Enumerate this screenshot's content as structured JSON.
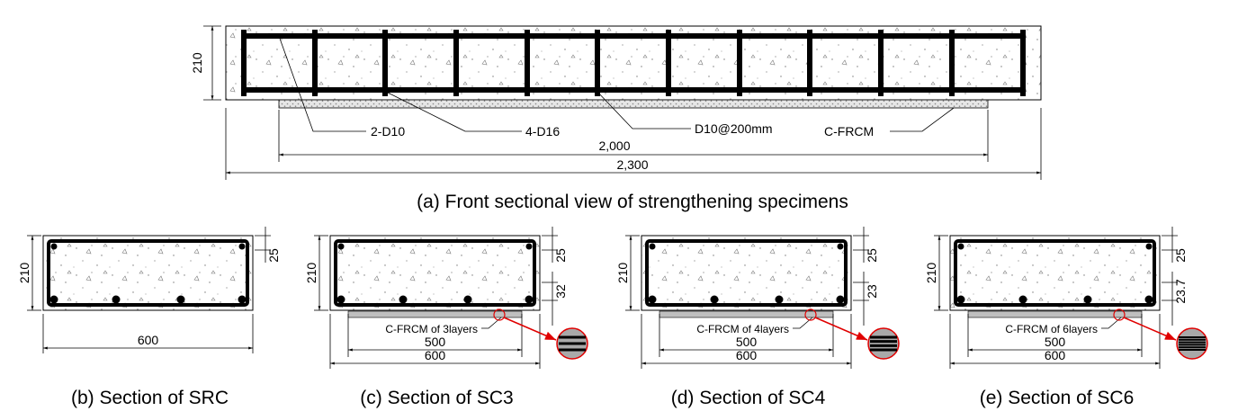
{
  "front_view": {
    "height_dim": "210",
    "labels": {
      "d10": "2-D10",
      "d16": "4-D16",
      "stirrup": "D10@200mm",
      "cfrcm": "C-FRCM"
    },
    "dim_2000": "2,000",
    "dim_2300": "2,300",
    "caption": "(a) Front sectional view of strengthening specimens"
  },
  "sections": [
    {
      "id": "src",
      "height": "210",
      "cover": "25",
      "cover2": "",
      "width": "600",
      "frcm_width": "",
      "frcm_label": "",
      "caption": "(b) Section of SRC"
    },
    {
      "id": "sc3",
      "height": "210",
      "cover": "25",
      "cover2": "32",
      "width": "600",
      "frcm_width": "500",
      "frcm_label": "C-FRCM of 3layers",
      "caption": "(c) Section of SC3"
    },
    {
      "id": "sc4",
      "height": "210",
      "cover": "25",
      "cover2": "23",
      "width": "600",
      "frcm_width": "500",
      "frcm_label": "C-FRCM of 4layers",
      "caption": "(d) Section of SC4"
    },
    {
      "id": "sc6",
      "height": "210",
      "cover": "25",
      "cover2": "23.7",
      "width": "600",
      "frcm_width": "500",
      "frcm_label": "C-FRCM of 6layers",
      "caption": "(e) Section of SC6"
    }
  ],
  "colors": {
    "line": "#000000",
    "frcm": "#bfbfbf",
    "callout": "#e00000"
  }
}
